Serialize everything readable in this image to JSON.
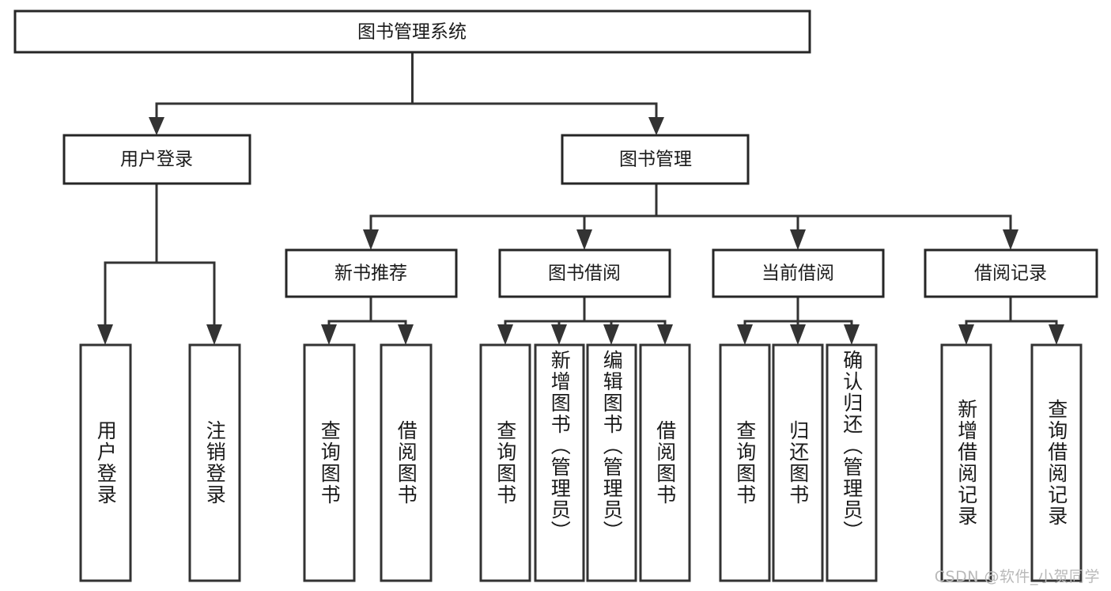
{
  "diagram": {
    "type": "tree-hierarchy",
    "title": "图书管理系统",
    "orientation": "top-down",
    "colors": {
      "box_stroke": "#262626",
      "connector": "#333333",
      "box_fill": "#ffffff",
      "text": "#1a1a1a",
      "watermark": "#b9b9b9",
      "background": "#ffffff"
    },
    "root": {
      "label": "图书管理系统"
    },
    "level2": [
      {
        "label": "用户登录"
      },
      {
        "label": "图书管理"
      }
    ],
    "level3": [
      {
        "label": "新书推荐"
      },
      {
        "label": "图书借阅"
      },
      {
        "label": "当前借阅"
      },
      {
        "label": "借阅记录"
      }
    ],
    "leaves_user_login": [
      {
        "label": "用户登录"
      },
      {
        "label": "注销登录"
      }
    ],
    "leaves_new_books": [
      {
        "label": "查询图书"
      },
      {
        "label": "借阅图书"
      }
    ],
    "leaves_borrow": [
      {
        "label": "查询图书"
      },
      {
        "label": "新增图书（管理员）"
      },
      {
        "label": "编辑图书（管理员）"
      },
      {
        "label": "借阅图书"
      }
    ],
    "leaves_current": [
      {
        "label": "查询图书"
      },
      {
        "label": "归还图书"
      },
      {
        "label": "确认归还（管理员）"
      }
    ],
    "leaves_records": [
      {
        "label": "新增借阅记录"
      },
      {
        "label": "查询借阅记录"
      }
    ],
    "watermark": "CSDN @软件_小贺同学"
  }
}
